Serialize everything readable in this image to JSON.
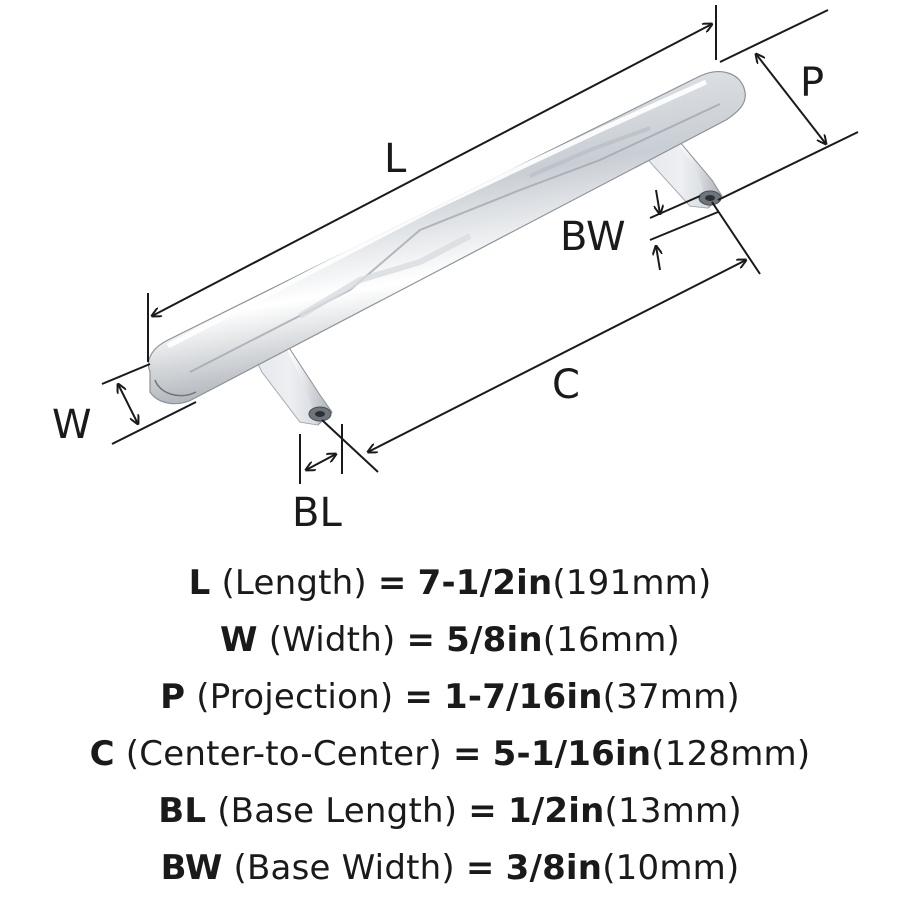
{
  "dimension_labels": {
    "L": "L",
    "P": "P",
    "BW": "BW",
    "W": "W",
    "C": "C",
    "BL": "BL"
  },
  "specs": [
    {
      "code": "L",
      "name": "(Length)",
      "eq": "=",
      "imperial": "7-1/2in",
      "metric": "(191mm)"
    },
    {
      "code": "W",
      "name": "(Width)",
      "eq": "=",
      "imperial": "5/8in",
      "metric": "(16mm)"
    },
    {
      "code": "P",
      "name": "(Projection)",
      "eq": "=",
      "imperial": "1-7/16in",
      "metric": "(37mm)"
    },
    {
      "code": "C",
      "name": "(Center-to-Center)",
      "eq": "=",
      "imperial": "5-1/16in",
      "metric": "(128mm)"
    },
    {
      "code": "BL",
      "name": "(Base Length)",
      "eq": "=",
      "imperial": "1/2in",
      "metric": "(13mm)"
    },
    {
      "code": "BW",
      "name": "(Base Width)",
      "eq": "=",
      "imperial": "3/8in",
      "metric": "(10mm)"
    }
  ]
}
